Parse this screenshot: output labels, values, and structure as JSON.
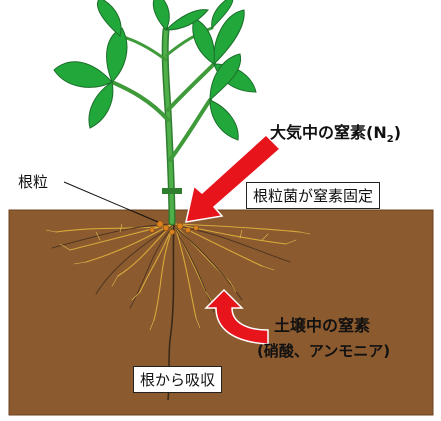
{
  "labels": {
    "air_nitrogen_prefix": "大気中の窒素(N",
    "air_nitrogen_sub": "2",
    "air_nitrogen_suffix": ")",
    "nodule": "根粒",
    "fixation": "根粒菌が窒素固定",
    "soil_nitrogen": "土壌中の窒素",
    "soil_nitrogen_detail": "(硝酸、アンモニア)",
    "root_absorption": "根から吸収"
  },
  "colors": {
    "soil": "#8b5a2f",
    "soil_edge": "#6e4322",
    "leaf": "#22a83a",
    "leaf_edge": "#1b6e2a",
    "stem": "#3f9a3a",
    "root_hair": "#e0b03c",
    "nodule": "#d9821e",
    "arrow_red": "#e8141c"
  },
  "icons": {
    "air_arrow": "arrow-down-left",
    "soil_arrow": "curved-arrow-up"
  }
}
